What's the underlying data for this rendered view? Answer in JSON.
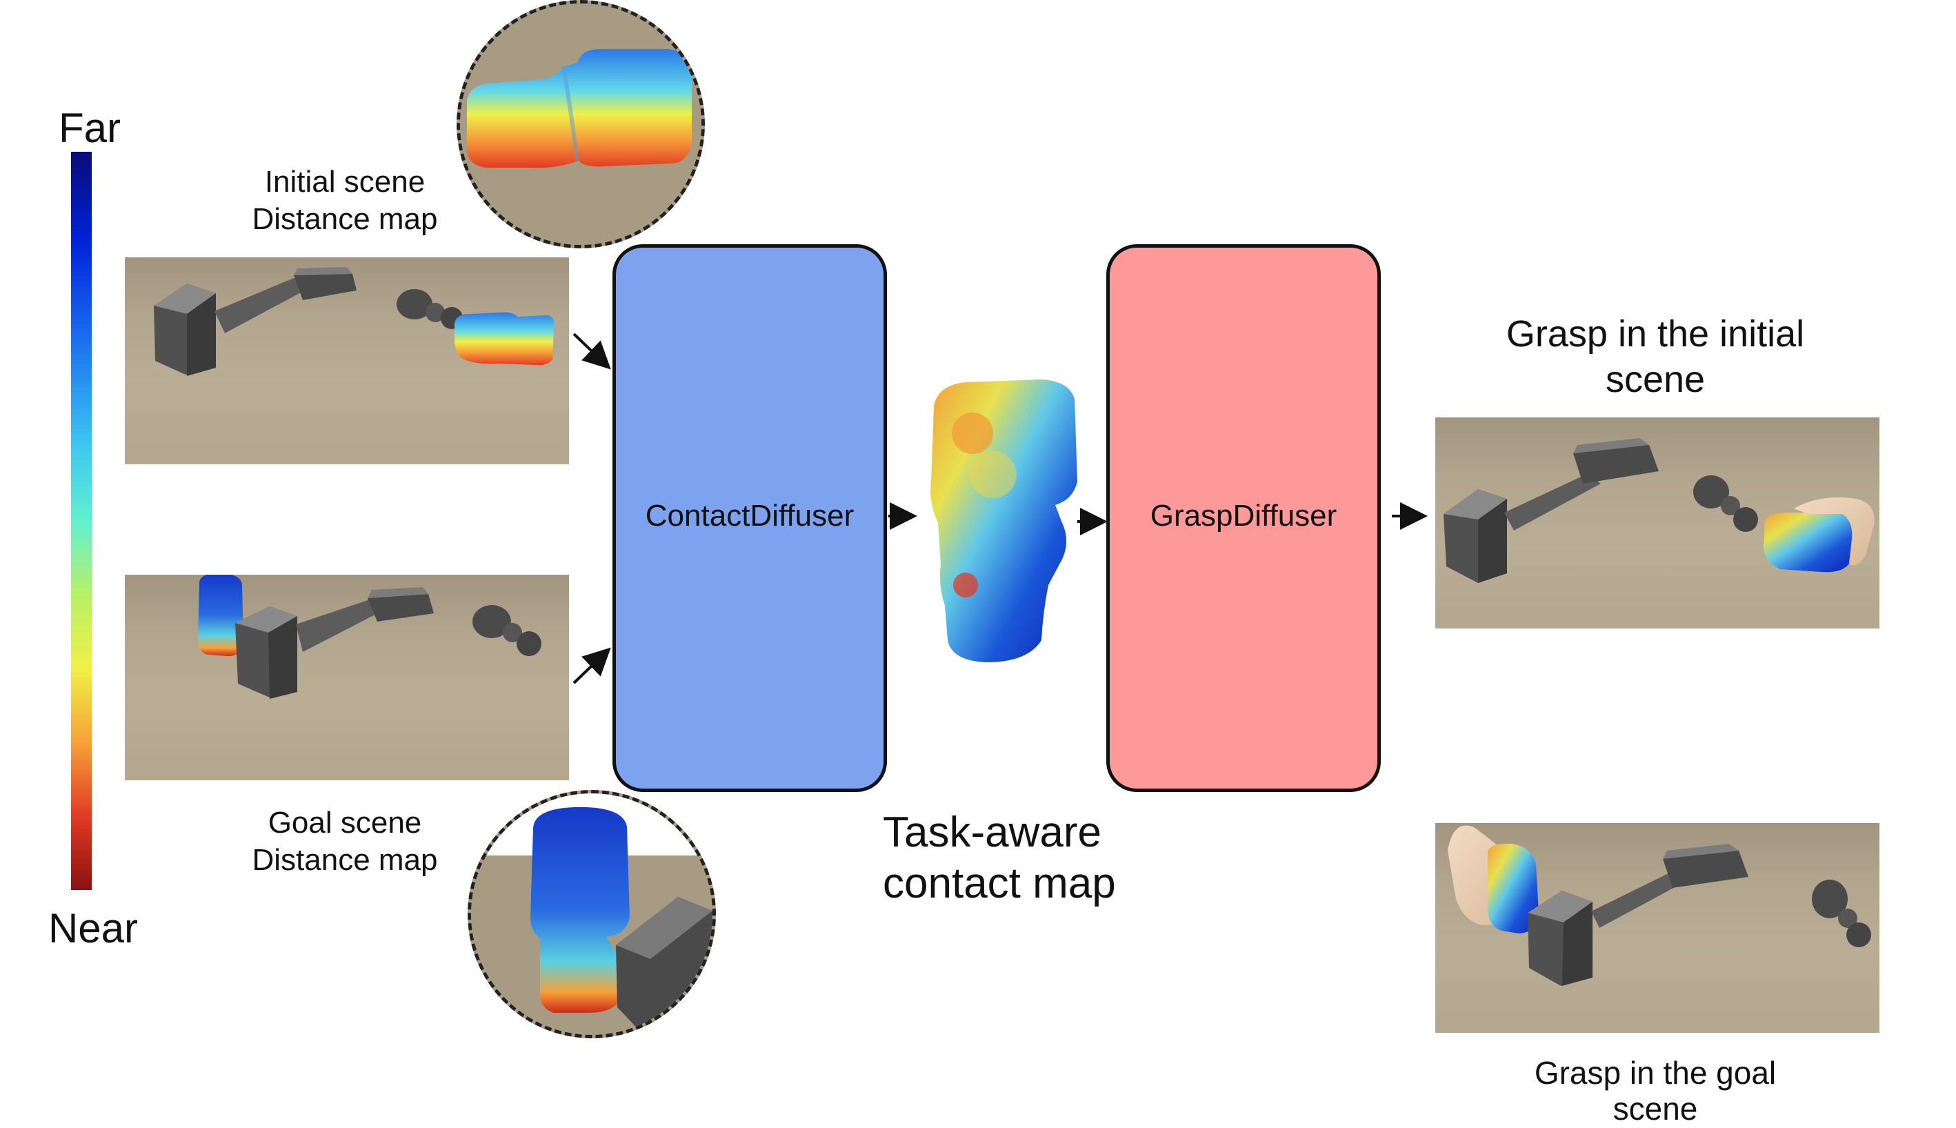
{
  "colorbar": {
    "top_label": "Far",
    "bottom_label": "Near",
    "colors": [
      "#0b0a7a",
      "#0022d8",
      "#1a6cf0",
      "#3fc8f0",
      "#62f0d0",
      "#b8f068",
      "#f0f048",
      "#f6a23a",
      "#e23a24",
      "#8a1010"
    ]
  },
  "initial_scene": {
    "line1": "Initial scene",
    "line2": "Distance map"
  },
  "goal_scene": {
    "line1": "Goal scene",
    "line2": "Distance map"
  },
  "blocks": {
    "contact": {
      "label": "ContactDiffuser",
      "color": "#7da2ee"
    },
    "grasp": {
      "label": "GraspDiffuser",
      "color": "#fe9999"
    }
  },
  "contact_map": {
    "line1": "Task-aware",
    "line2": "contact map"
  },
  "outputs": {
    "initial": {
      "line1": "Grasp in the initial",
      "line2": "scene"
    },
    "goal": {
      "line1": "Grasp in the goal",
      "line2": "scene"
    }
  }
}
